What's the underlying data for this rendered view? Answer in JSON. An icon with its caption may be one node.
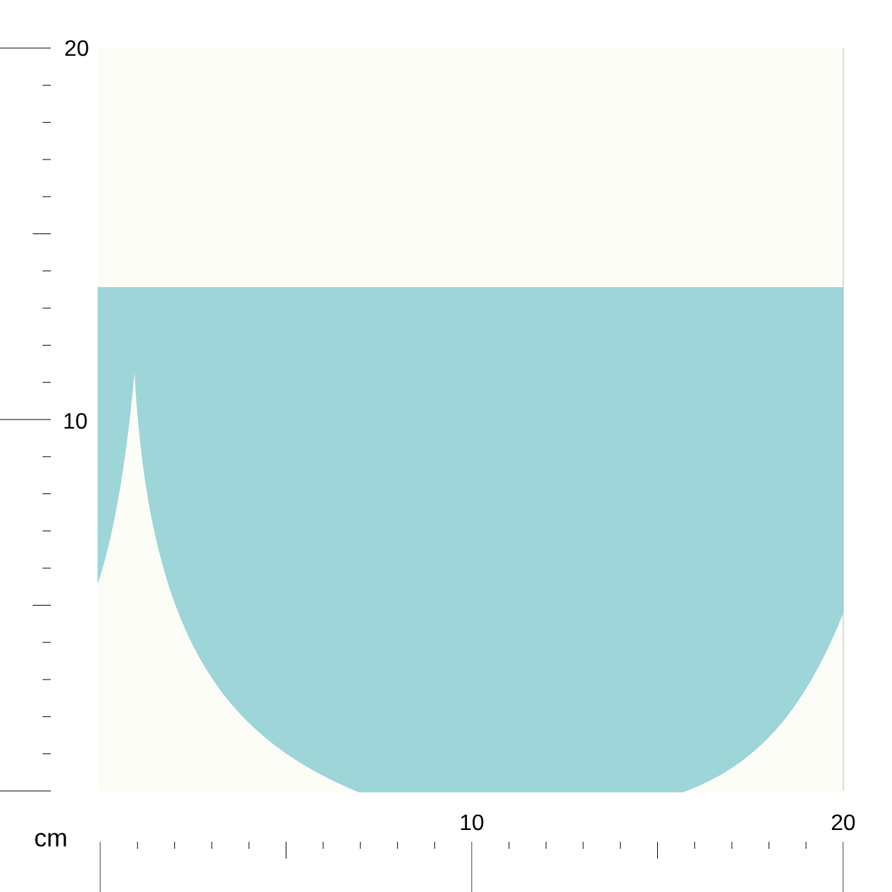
{
  "diagram": {
    "labels": [
      "20",
      "10",
      "cm",
      "10",
      "20"
    ]
  }
}
